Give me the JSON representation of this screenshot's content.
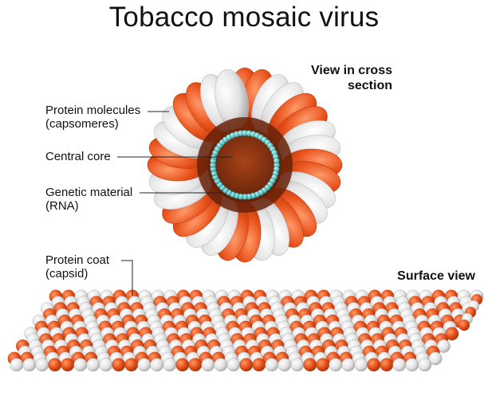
{
  "title": "Tobacco mosaic virus",
  "cross_section": {
    "heading": [
      "View in cross",
      "section"
    ],
    "labels": {
      "protein_molecules": [
        "Protein molecules",
        "(capsomeres)"
      ],
      "central_core": "Central core",
      "genetic_material": [
        "Genetic material",
        "(RNA)"
      ]
    }
  },
  "surface": {
    "heading": "Surface view",
    "protein_coat": [
      "Protein coat",
      "(capsid)"
    ]
  },
  "colors": {
    "capsomere_orange": "#e8521c",
    "capsomere_white": "#e6e6e6",
    "rna_cyan": "#46c4c4",
    "core_brown": "#8a2e0c"
  }
}
